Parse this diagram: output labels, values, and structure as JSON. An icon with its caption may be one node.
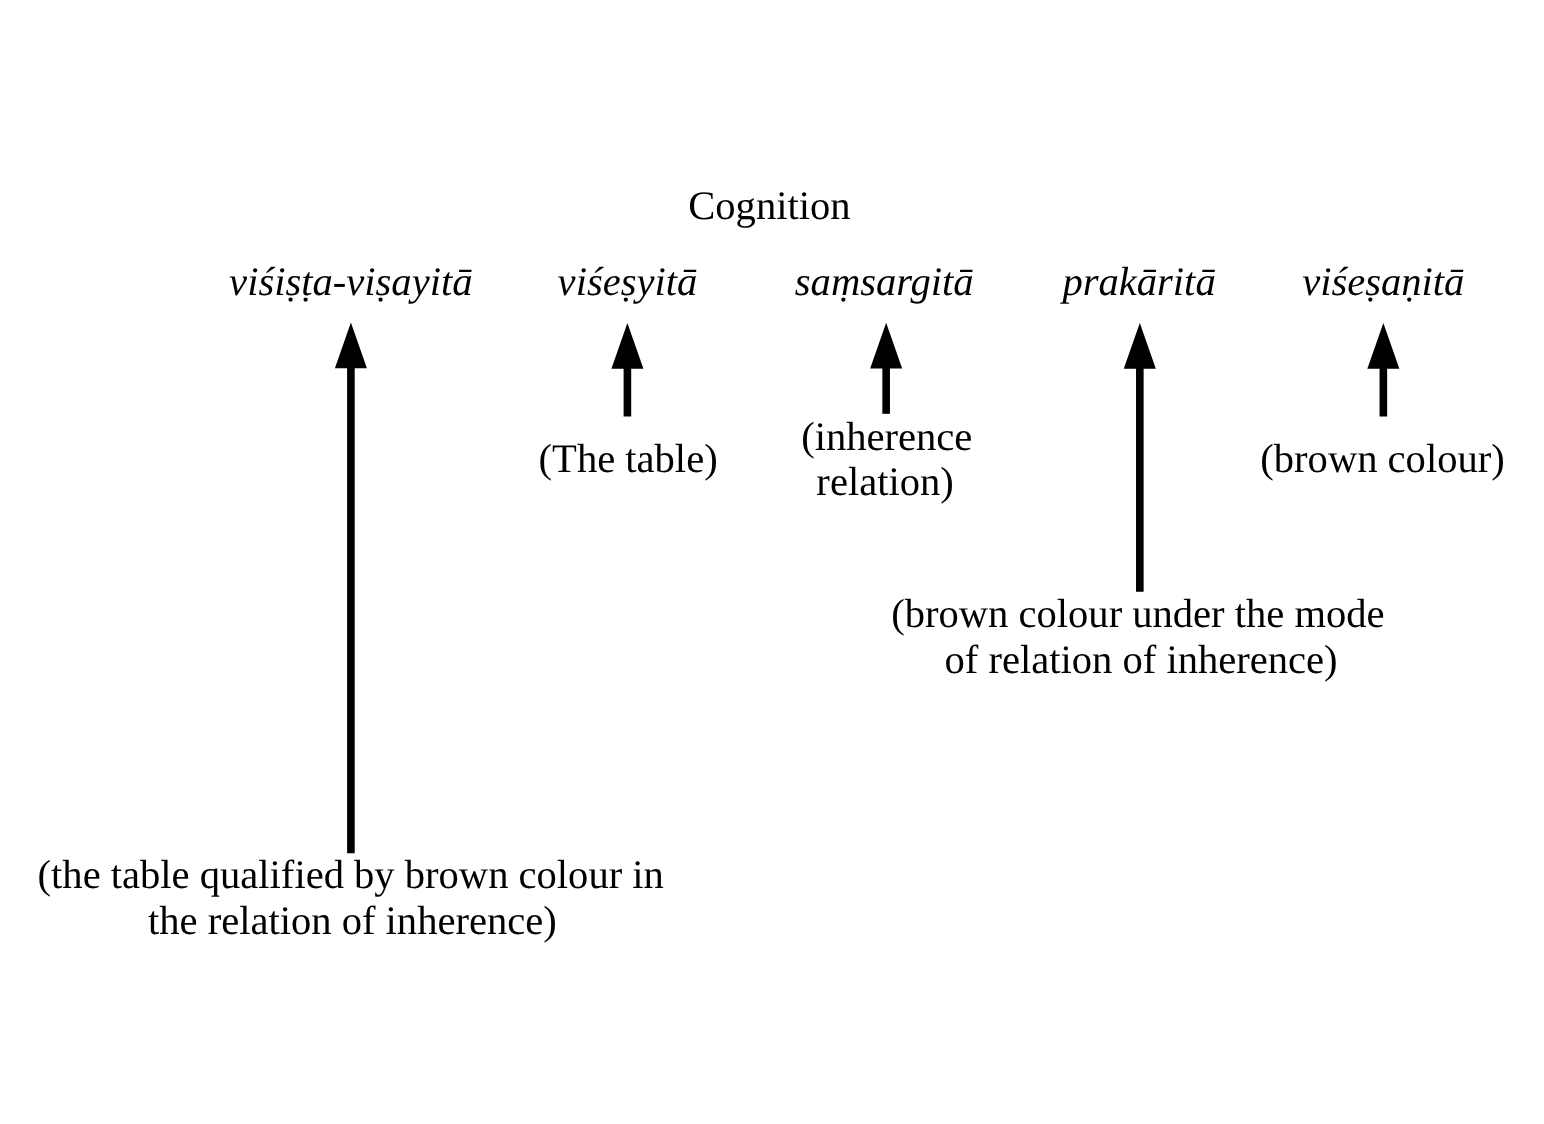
{
  "diagram": {
    "title": "Cognition",
    "nodes": [
      {
        "text": [
          "viśiṣṭa-viṣayitā"
        ]
      },
      {
        "text": [
          "viśeṣyitā"
        ]
      },
      {
        "text": [
          "saṃsargitā"
        ]
      },
      {
        "text": [
          "prakāritā"
        ]
      },
      {
        "text": [
          "viśeṣaṇitā"
        ]
      },
      {
        "text": [
          "(The table)"
        ]
      },
      {
        "text": [
          "(inherence relation)"
        ]
      },
      {
        "text": [
          "(brown colour)"
        ]
      },
      {
        "text": [
          "(brown colour under the mode of relation of inherence)"
        ]
      },
      {
        "text": [
          "(the table qualified by brown colour in the relation of inherence)"
        ]
      }
    ],
    "edges": [
      {
        "from": 9,
        "to": 0,
        "arrow": "to"
      },
      {
        "from": 5,
        "to": 1,
        "arrow": "to"
      },
      {
        "from": 6,
        "to": 2,
        "arrow": "to"
      },
      {
        "from": 8,
        "to": 3,
        "arrow": "to"
      },
      {
        "from": 7,
        "to": 4,
        "arrow": "to"
      }
    ]
  }
}
